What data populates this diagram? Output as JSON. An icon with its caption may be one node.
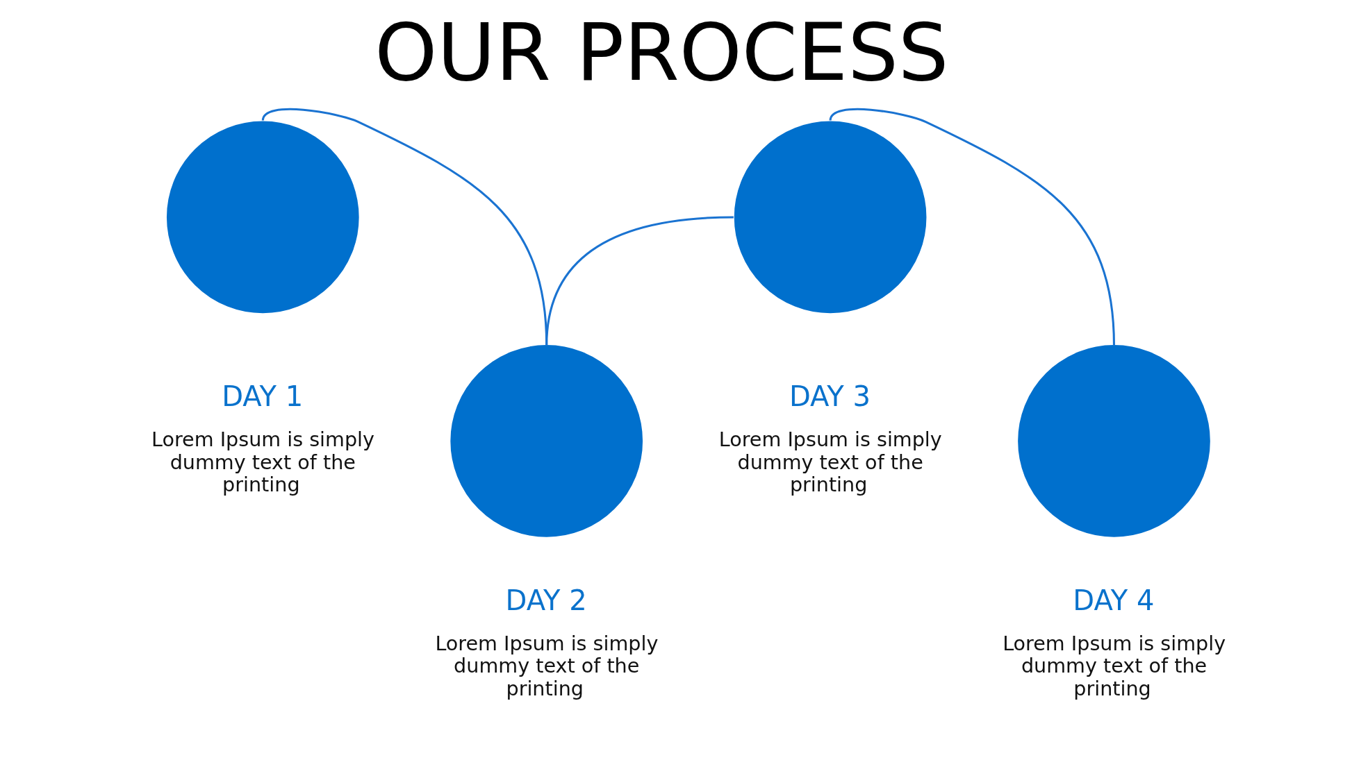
{
  "diagram": {
    "title": "OUR PROCESS",
    "nodes": [
      {
        "text": [],
        "shape": "circle",
        "beside": [
          "DAY 1",
          "Lorem Ipsum is simply dummy text of the printing"
        ]
      },
      {
        "text": [],
        "shape": "circle",
        "beside": [
          "DAY 2",
          "Lorem Ipsum is simply dummy text of the printing"
        ]
      },
      {
        "text": [],
        "shape": "circle",
        "beside": [
          "DAY 3",
          "Lorem Ipsum is simply dummy text of the printing"
        ]
      },
      {
        "text": [],
        "shape": "circle",
        "beside": [
          "DAY 4",
          "Lorem Ipsum is simply dummy text of the printing"
        ]
      }
    ],
    "edges": [
      {
        "from": 0,
        "to": 1,
        "arrow": "none"
      },
      {
        "from": 1,
        "to": 2,
        "arrow": "none"
      },
      {
        "from": 2,
        "to": 3,
        "arrow": "none"
      }
    ]
  }
}
